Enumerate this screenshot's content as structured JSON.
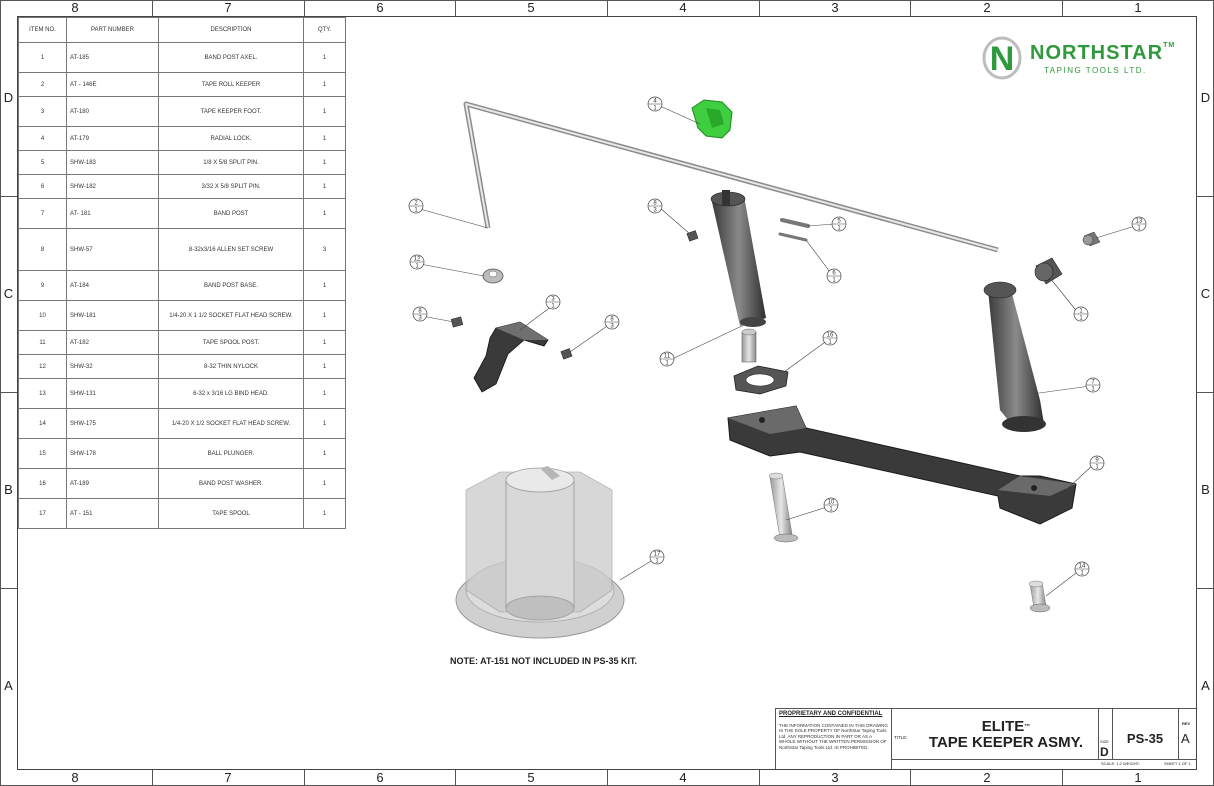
{
  "border": {
    "columns": [
      "8",
      "7",
      "6",
      "5",
      "4",
      "3",
      "2",
      "1"
    ],
    "rows": [
      "D",
      "C",
      "B",
      "A"
    ]
  },
  "bom": {
    "headers": {
      "item": "ITEM NO.",
      "part": "PART NUMBER",
      "desc": "DESCRIPTION",
      "qty": "QTY."
    },
    "rows": [
      {
        "item": "1",
        "part": "AT-185",
        "desc": "BAND POST AXEL.",
        "qty": "1"
      },
      {
        "item": "2",
        "part": "AT - 146E",
        "desc": "TAPE ROLL KEEPER",
        "qty": "1"
      },
      {
        "item": "3",
        "part": "AT-180",
        "desc": "TAPE KEEPER FOOT.",
        "qty": "1"
      },
      {
        "item": "4",
        "part": "AT-179",
        "desc": "RADIAL LOCK.",
        "qty": "1"
      },
      {
        "item": "5",
        "part": "SHW-183",
        "desc": "1/8 X 5/8 SPLIT PIN.",
        "qty": "1"
      },
      {
        "item": "6",
        "part": "SHW-182",
        "desc": "3/32 X 5/8 SPLIT PIN.",
        "qty": "1"
      },
      {
        "item": "7",
        "part": "AT- 181",
        "desc": "BAND POST",
        "qty": "1"
      },
      {
        "item": "8",
        "part": "SHW-57",
        "desc": "8-32x3/16 ALLEN SET SCREW",
        "qty": "3"
      },
      {
        "item": "9",
        "part": "AT-184",
        "desc": "BAND POST BASE.",
        "qty": "1"
      },
      {
        "item": "10",
        "part": "SHW-181",
        "desc": "1/4-20 X 1 1/2 SOCKET FLAT HEAD SCREW.",
        "qty": "1"
      },
      {
        "item": "11",
        "part": "AT-182",
        "desc": "TAPE SPOOL POST.",
        "qty": "1"
      },
      {
        "item": "12",
        "part": "SHW-32",
        "desc": "8-32 THIN NYLOCK",
        "qty": "1"
      },
      {
        "item": "13",
        "part": "SHW-131",
        "desc": "6-32 x 3/16 LG BIND HEAD.",
        "qty": "1"
      },
      {
        "item": "14",
        "part": "SHW-175",
        "desc": "1/4-20 X 1/2 SOCKET FLAT HEAD SCREW.",
        "qty": "1"
      },
      {
        "item": "15",
        "part": "SHW-178",
        "desc": "BALL PLUNGER.",
        "qty": "1"
      },
      {
        "item": "16",
        "part": "AT-189",
        "desc": "BAND POST WASHER.",
        "qty": "1"
      },
      {
        "item": "17",
        "part": "AT - 151",
        "desc": "TAPE SPOOL",
        "qty": "1"
      }
    ]
  },
  "logo": {
    "mark": "N",
    "name": "NORTHSTAR",
    "tm": "TM",
    "sub": "TAPING TOOLS LTD.",
    "color": "#2f9a3c"
  },
  "callouts": [
    {
      "item": "4",
      "qty": "1"
    },
    {
      "item": "2",
      "qty": "1"
    },
    {
      "item": "8",
      "qty": "3"
    },
    {
      "item": "5",
      "qty": "1"
    },
    {
      "item": "6",
      "qty": "1"
    },
    {
      "item": "13",
      "qty": "1"
    },
    {
      "item": "12",
      "qty": "1"
    },
    {
      "item": "3",
      "qty": "1"
    },
    {
      "item": "8",
      "qty": "3"
    },
    {
      "item": "8",
      "qty": "3"
    },
    {
      "item": "1",
      "qty": "1"
    },
    {
      "item": "11",
      "qty": "1"
    },
    {
      "item": "16",
      "qty": "1"
    },
    {
      "item": "7",
      "qty": "1"
    },
    {
      "item": "9",
      "qty": "1"
    },
    {
      "item": "10",
      "qty": "1"
    },
    {
      "item": "17",
      "qty": "1"
    },
    {
      "item": "14",
      "qty": "1"
    }
  ],
  "note": "NOTE: AT-151 NOT INCLUDED IN PS-35 KIT.",
  "title_block": {
    "prop_heading": "PROPRIETARY AND CONFIDENTIAL",
    "prop_body": "THE INFORMATION CONTAINED IN THIS DRAWING IS THE SOLE PROPERTY OF NorthStar Taping Tools Ltd. ANY REPRODUCTION IN PART OR AS A WHOLE WITHOUT THE WRITTEN PERMISSION OF NorthStar Taping Tools Ltd. IS PROHIBITED.",
    "title_label": "TITLE:",
    "title_line1": "ELITE",
    "title_tm": "™",
    "title_line2": "TAPE KEEPER ASMY.",
    "size_label": "SIZE",
    "size": "D",
    "dwg_no": "PS-35",
    "rev_label": "REV",
    "rev": "A",
    "scale": "SCALE: 1:2",
    "weight": "WEIGHT:",
    "sheet": "SHEET 1 OF 1"
  }
}
